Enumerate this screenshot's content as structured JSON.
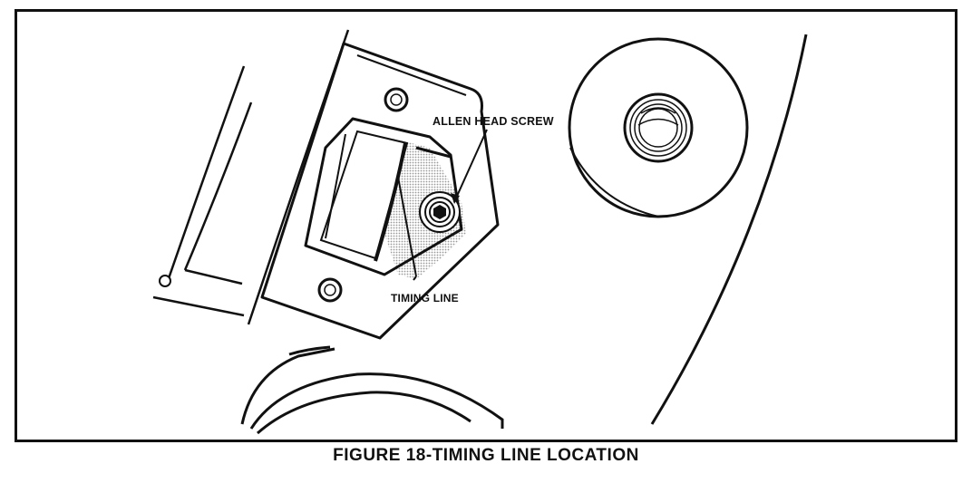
{
  "figure": {
    "caption": "FIGURE 18-TIMING LINE LOCATION",
    "labels": {
      "allen_head_screw": "ALLEN HEAD SCREW",
      "timing_line": "TIMING LINE"
    }
  },
  "colors": {
    "ink": "#111111",
    "paper": "#ffffff",
    "shading": "#bdbdbd"
  }
}
